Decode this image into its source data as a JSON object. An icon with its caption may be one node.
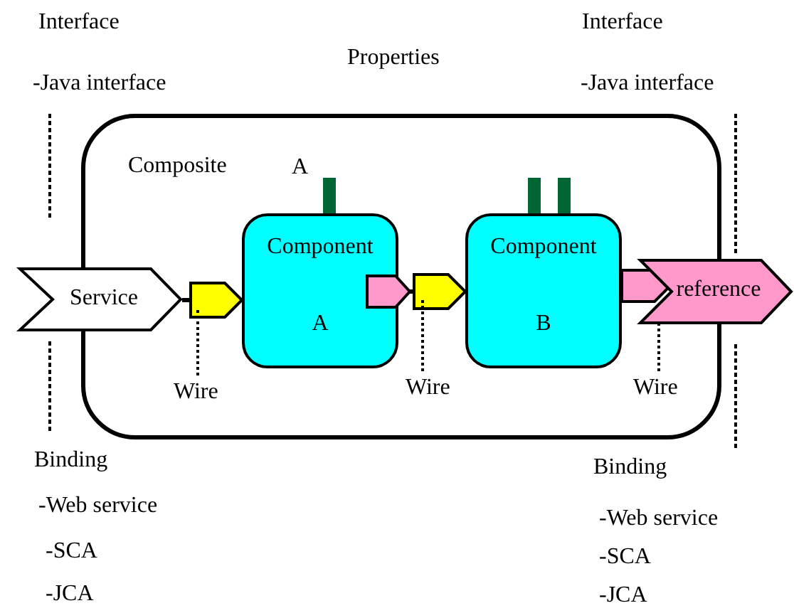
{
  "diagram": {
    "nodes": [
      {
        "text": [
          "Composite"
        ]
      },
      {
        "text": [
          "Component",
          "A"
        ],
        "in": 0
      },
      {
        "text": [
          "Component",
          "B"
        ],
        "in": 0
      },
      {
        "text": [
          "Service"
        ]
      },
      {
        "text": [
          "reference"
        ]
      },
      {
        "text": [
          "Wire"
        ],
        "in": 0
      },
      {
        "text": [
          "Wire"
        ],
        "in": 0
      },
      {
        "text": [
          "Wire"
        ],
        "in": 0
      }
    ],
    "edges": [
      {
        "from": 3,
        "to": 1,
        "arrow": "to"
      },
      {
        "from": 1,
        "to": 2,
        "arrow": "to"
      },
      {
        "from": 2,
        "to": 4,
        "arrow": "to"
      },
      {
        "from": 5,
        "to": null,
        "arrow": "none",
        "style": "dashed"
      },
      {
        "from": 6,
        "to": null,
        "arrow": "none",
        "style": "dashed"
      },
      {
        "from": 7,
        "to": 4,
        "arrow": "none",
        "style": "dashed"
      }
    ],
    "labels": [
      "Interface",
      "Interface",
      "Properties",
      "-Java interface",
      "-Java interface",
      "A",
      "Binding",
      "Binding",
      "-Web service",
      "-Web service",
      "-SCA",
      "-SCA",
      "-JCA",
      "-JCA"
    ]
  }
}
